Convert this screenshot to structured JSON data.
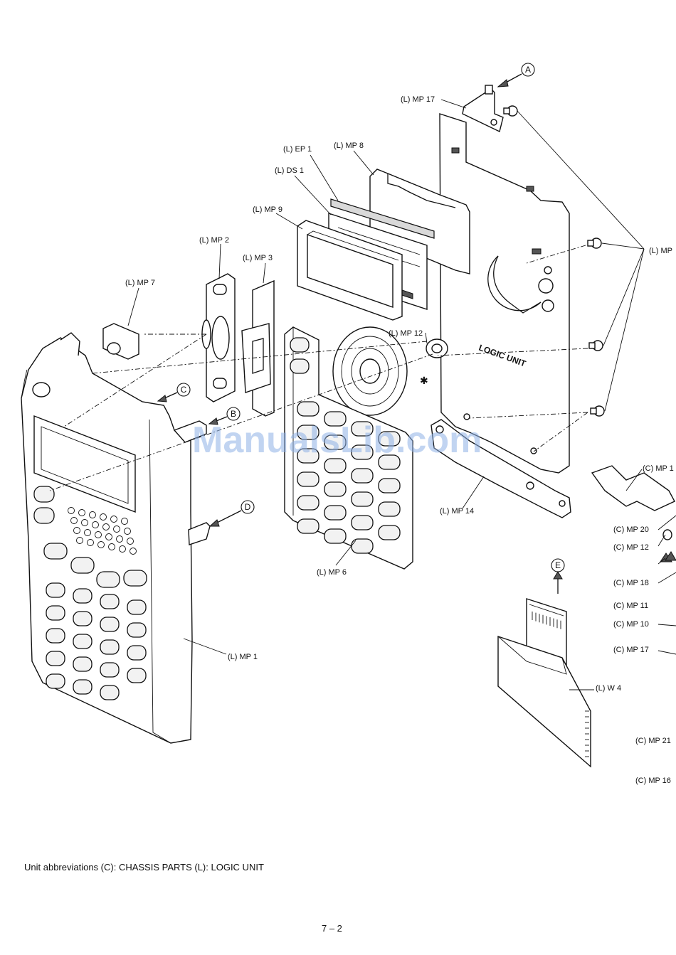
{
  "labels": {
    "l_mp17_top": "(L) MP 17",
    "l_ep1": "(L) EP 1",
    "l_mp8": "(L) MP 8",
    "l_ds1": "(L) DS 1",
    "l_mp9": "(L) MP 9",
    "l_mp2": "(L) MP 2",
    "l_mp3": "(L) MP 3",
    "l_mp7": "(L) MP 7",
    "l_mp_right": "(L) MP",
    "l_mp12": "(L) MP 12",
    "l_mp14": "(L) MP 14",
    "l_mp6": "(L) MP 6",
    "l_mp1": "(L) MP 1",
    "l_w4": "(L) W 4",
    "c_mp1x": "(C) MP 1",
    "c_mp20": "(C) MP 20",
    "c_mp12": "(C) MP 12",
    "c_mp18": "(C) MP 18",
    "c_mp11": "(C) MP 11",
    "c_mp10": "(C) MP 10",
    "c_mp17": "(C) MP 17",
    "c_mp21": "(C) MP 21",
    "c_mp16": "(C) MP 16"
  },
  "tags": {
    "a": "A",
    "b": "B",
    "c": "C",
    "d": "D",
    "e": "E"
  },
  "logic_unit_text": "LOGIC UNIT",
  "asterisk": "✱",
  "watermark": "ManualsLib.com",
  "footer": {
    "abbreviations": "Unit abbreviations   (C): CHASSIS PARTS   (L): LOGIC UNIT",
    "page_number": "7 – 2"
  }
}
